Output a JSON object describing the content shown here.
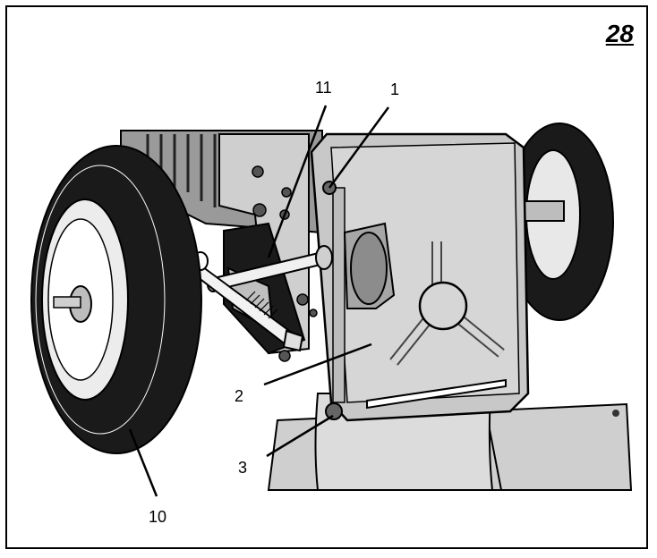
{
  "figure": {
    "number": "28"
  },
  "callouts": {
    "c11": "11",
    "c1": "1",
    "c2": "2",
    "c3": "3",
    "c10": "10"
  },
  "colors": {
    "ink": "#000000",
    "metal_light": "#d2d2d2",
    "metal_mid": "#b4b4b4",
    "metal_dark": "#8c8c8c",
    "tire": "#1a1a1a",
    "background": "#ffffff"
  }
}
